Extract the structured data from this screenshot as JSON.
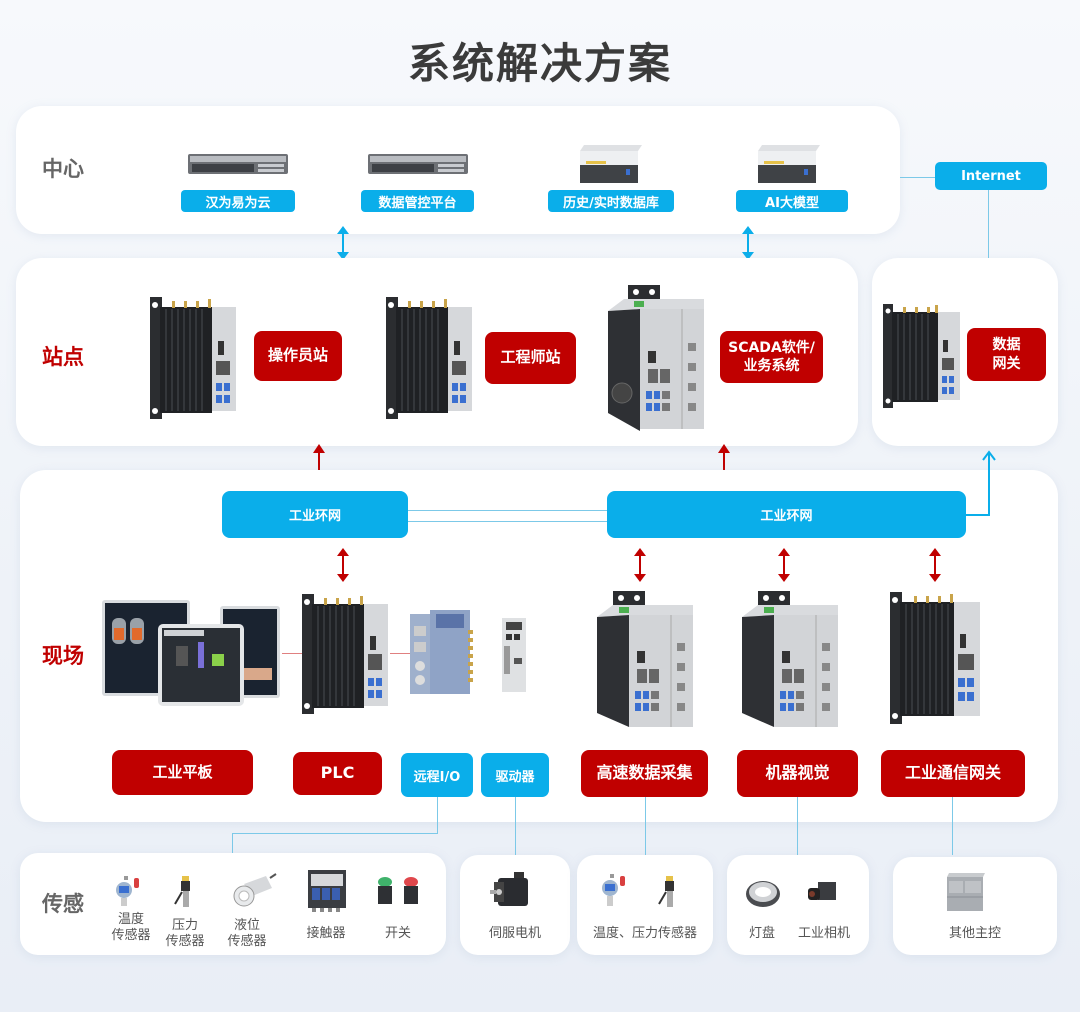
{
  "title": "系统解决方案",
  "colors": {
    "accent_blue": "#0aaeea",
    "accent_red": "#c00000",
    "title_gray": "#3b3b3b"
  },
  "center": {
    "label": "中心",
    "items": [
      {
        "label": "汉为易为云",
        "icon": "rack-server-icon"
      },
      {
        "label": "数据管控平台",
        "icon": "rack-server-icon"
      },
      {
        "label": "历史/实时数据库",
        "icon": "tower-server-icon"
      },
      {
        "label": "AI大模型",
        "icon": "tower-server-icon"
      }
    ],
    "internet": "Internet"
  },
  "station": {
    "label": "站点",
    "items": [
      {
        "label": "操作员站",
        "icon": "industrial-pc-icon"
      },
      {
        "label": "工程师站",
        "icon": "industrial-pc-icon"
      },
      {
        "label": "SCADA软件/\n业务系统",
        "icon": "industrial-pc-large-icon"
      }
    ],
    "gateway": {
      "label": "数据\n网关",
      "icon": "industrial-pc-icon"
    }
  },
  "field": {
    "label": "现场",
    "rings": [
      "工业环网",
      "工业环网"
    ],
    "devices": [
      {
        "label": "工业平板",
        "type": "red",
        "icon": "industrial-tablet-icon"
      },
      {
        "label": "PLC",
        "type": "red",
        "icon": "industrial-pc-icon"
      },
      {
        "label": "远程I/O",
        "type": "blue",
        "icon": "remote-io-icon"
      },
      {
        "label": "驱动器",
        "type": "blue",
        "icon": "drive-icon"
      },
      {
        "label": "高速数据采集",
        "type": "red",
        "icon": "industrial-pc-large-icon"
      },
      {
        "label": "机器视觉",
        "type": "red",
        "icon": "industrial-pc-large-icon"
      },
      {
        "label": "工业通信网关",
        "type": "red",
        "icon": "industrial-pc-icon"
      }
    ]
  },
  "sensing": {
    "label": "传感",
    "groups": [
      {
        "items": [
          {
            "label": "温度\n传感器",
            "icon": "temperature-sensor-icon"
          },
          {
            "label": "压力\n传感器",
            "icon": "pressure-sensor-icon"
          },
          {
            "label": "液位\n传感器",
            "icon": "level-sensor-icon"
          },
          {
            "label": "接触器",
            "icon": "contactor-icon"
          },
          {
            "label": "开关",
            "icon": "switch-icon"
          }
        ]
      },
      {
        "items": [
          {
            "label": "伺服电机",
            "icon": "servo-motor-icon"
          }
        ]
      },
      {
        "items": [
          {
            "label": "温度、压力传感器",
            "icon": "sensor-icon"
          }
        ]
      },
      {
        "items": [
          {
            "label": "灯盘",
            "icon": "ring-light-icon"
          },
          {
            "label": "工业相机",
            "icon": "industrial-camera-icon"
          }
        ]
      },
      {
        "items": [
          {
            "label": "其他主控",
            "icon": "controller-icon"
          }
        ]
      }
    ]
  }
}
